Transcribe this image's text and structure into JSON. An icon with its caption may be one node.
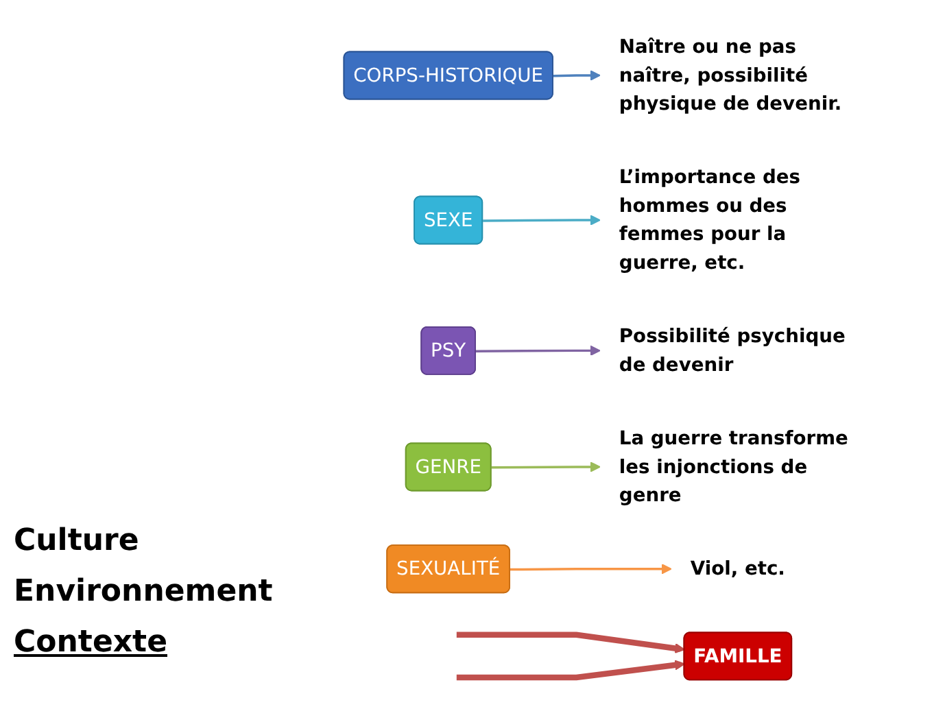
{
  "diagram": {
    "nodes": [
      {
        "text": [
          "CORPS-HISTORIQUE"
        ]
      },
      {
        "text": [
          "Naître ou ne pas naître, possibilité physique de devenir."
        ]
      },
      {
        "text": [
          "SEXE"
        ]
      },
      {
        "text": [
          "L’importance des hommes ou des femmes pour la guerre, etc."
        ]
      },
      {
        "text": [
          "PSY"
        ]
      },
      {
        "text": [
          "Possibilité psychique de devenir"
        ]
      },
      {
        "text": [
          "GENRE"
        ]
      },
      {
        "text": [
          "La guerre transforme les injonctions de genre"
        ]
      },
      {
        "text": [
          "SEXUALITÉ"
        ]
      },
      {
        "text": [
          "Viol, etc."
        ]
      },
      {
        "text": [
          "FAMILLE"
        ]
      }
    ],
    "edges": [
      {
        "from": 0,
        "to": 1,
        "arrow": "to",
        "color": "#4f81bd"
      },
      {
        "from": 2,
        "to": 3,
        "arrow": "to",
        "color": "#4bacc6"
      },
      {
        "from": 4,
        "to": 5,
        "arrow": "to",
        "color": "#8064a2"
      },
      {
        "from": 6,
        "to": 7,
        "arrow": "to",
        "color": "#9bbb59"
      },
      {
        "from": 8,
        "to": 9,
        "arrow": "to",
        "color": "#f79646"
      },
      {
        "from": null,
        "to": 10,
        "arrow": "to",
        "style": "thick",
        "color": "#c0504d"
      },
      {
        "from": null,
        "to": 10,
        "arrow": "to",
        "style": "thick",
        "color": "#c0504d"
      }
    ],
    "labels": [
      "Culture",
      "Environnement",
      "Contexte"
    ]
  }
}
